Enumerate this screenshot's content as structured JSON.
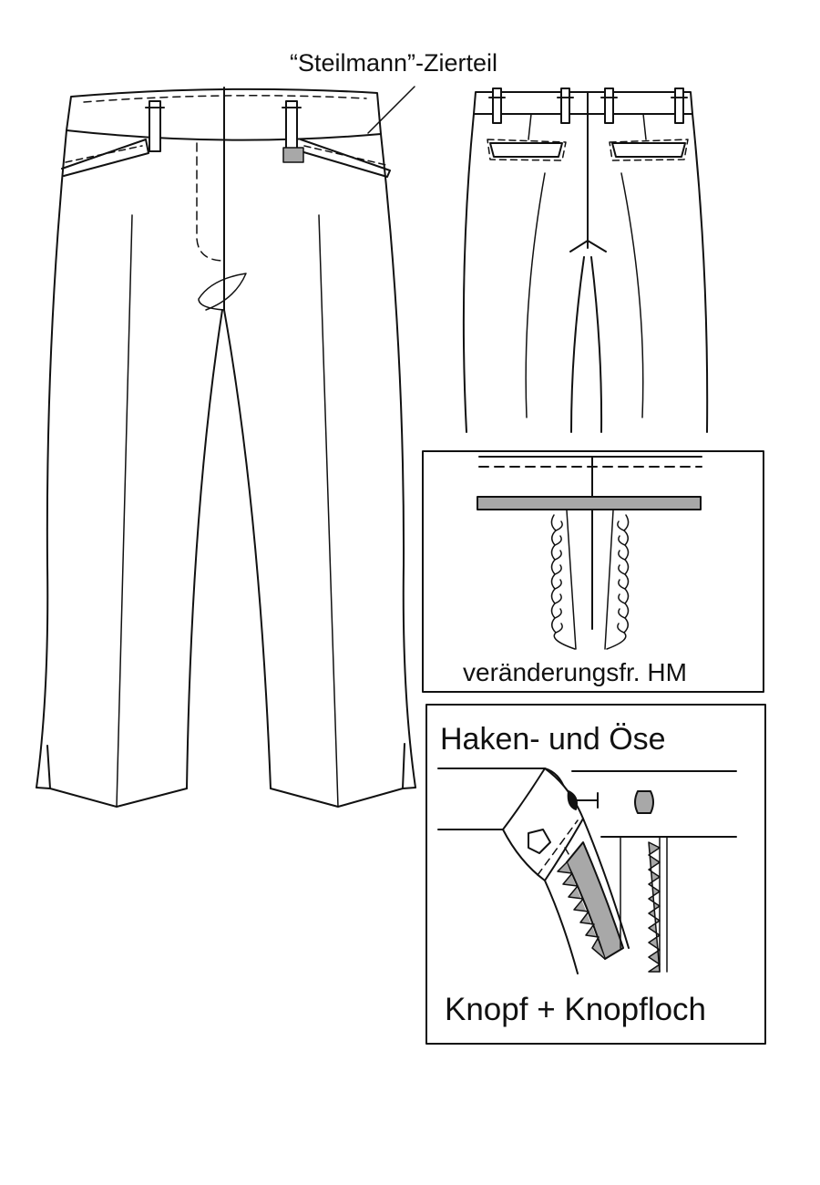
{
  "labels": {
    "zierteil": "“Steilmann”-Zierteil",
    "hm": "veränderungsfr. HM",
    "haken": "Haken- und Öse",
    "knopf": "Knopf + Knopfloch"
  },
  "colors": {
    "line": "#111111",
    "fill_gray": "#a8a8a8",
    "background": "#ffffff"
  }
}
